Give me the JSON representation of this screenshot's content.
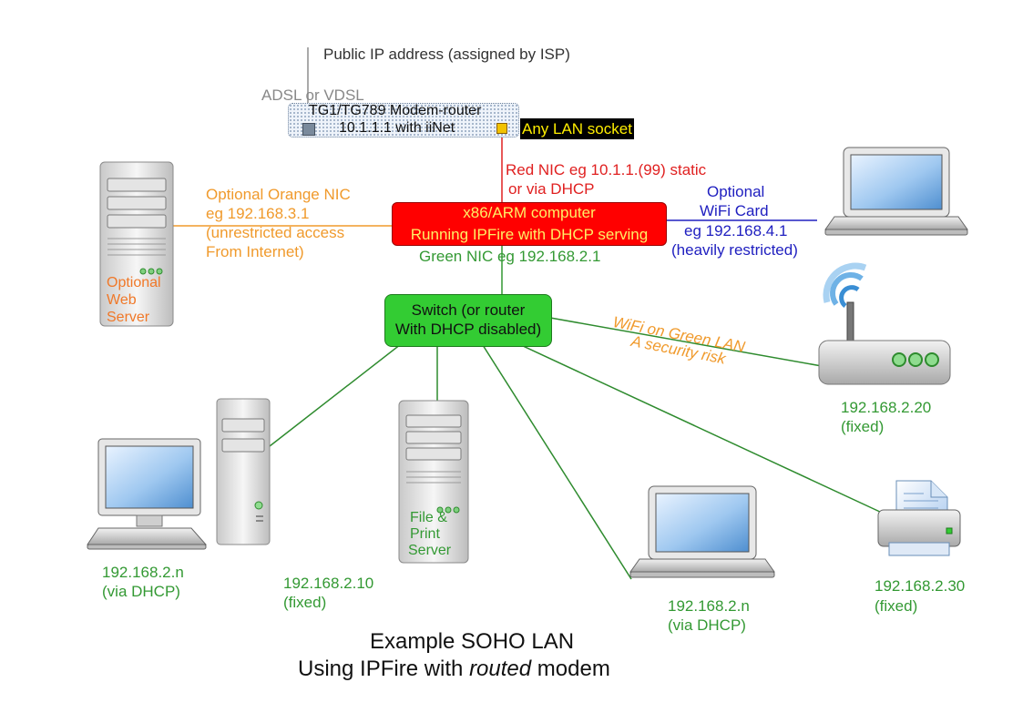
{
  "isp": {
    "public_ip_label": "Public IP address (assigned by ISP)",
    "line_type_label": "ADSL or VDSL"
  },
  "modem": {
    "line1": "TG1/TG789 Modem-router",
    "line2": "10.1.1.1 with iiNet",
    "lan_socket_label": "Any LAN socket"
  },
  "red_nic": {
    "line1": "Red NIC eg 10.1.1.(99) static",
    "line2": "or via DHCP"
  },
  "ipfire_computer": {
    "line1": "x86/ARM computer",
    "line2": "Running IPFire with DHCP serving"
  },
  "orange_nic": {
    "line1": "Optional Orange NIC",
    "line2": "eg 192.168.3.1",
    "line3": "(unrestricted access",
    "line4": "From Internet)"
  },
  "web_server": {
    "line1": "Optional",
    "line2": "Web",
    "line3": "Server"
  },
  "blue_nic": {
    "line1": "Optional",
    "line2": "WiFi Card",
    "line3": "eg 192.168.4.1",
    "line4": "(heavily restricted)"
  },
  "green_nic_label": "Green NIC eg 192.168.2.1",
  "switch": {
    "line1": "Switch (or router",
    "line2": "With DHCP disabled)"
  },
  "wifi_warning": {
    "line1": "WiFi on Green LAN",
    "line2": "A security risk"
  },
  "wifi_router": {
    "ip": "192.168.2.20",
    "mode": "(fixed)"
  },
  "desktop": {
    "ip": "192.168.2.n",
    "mode": "(via DHCP)"
  },
  "file_server": {
    "line1": "File &",
    "line2": "Print",
    "line3": "Server",
    "ip": "192.168.2.10",
    "mode": "(fixed)"
  },
  "laptop_lan": {
    "ip": "192.168.2.n",
    "mode": "(via DHCP)"
  },
  "printer": {
    "ip": "192.168.2.30",
    "mode": "(fixed)"
  },
  "caption": {
    "line1": "Example SOHO LAN",
    "line2_prefix": "Using IPFire with ",
    "line2_emphasis": "routed",
    "line2_suffix": " modem"
  },
  "colors": {
    "red_zone": "#ff0000",
    "green_zone": "#33cc33",
    "orange_zone": "#f09a2c",
    "blue_zone": "#2020c0",
    "green_text": "#339933"
  },
  "icons": [
    "tower-server-icon",
    "laptop-icon",
    "wifi-router-icon",
    "desktop-computer-icon",
    "printer-icon"
  ]
}
